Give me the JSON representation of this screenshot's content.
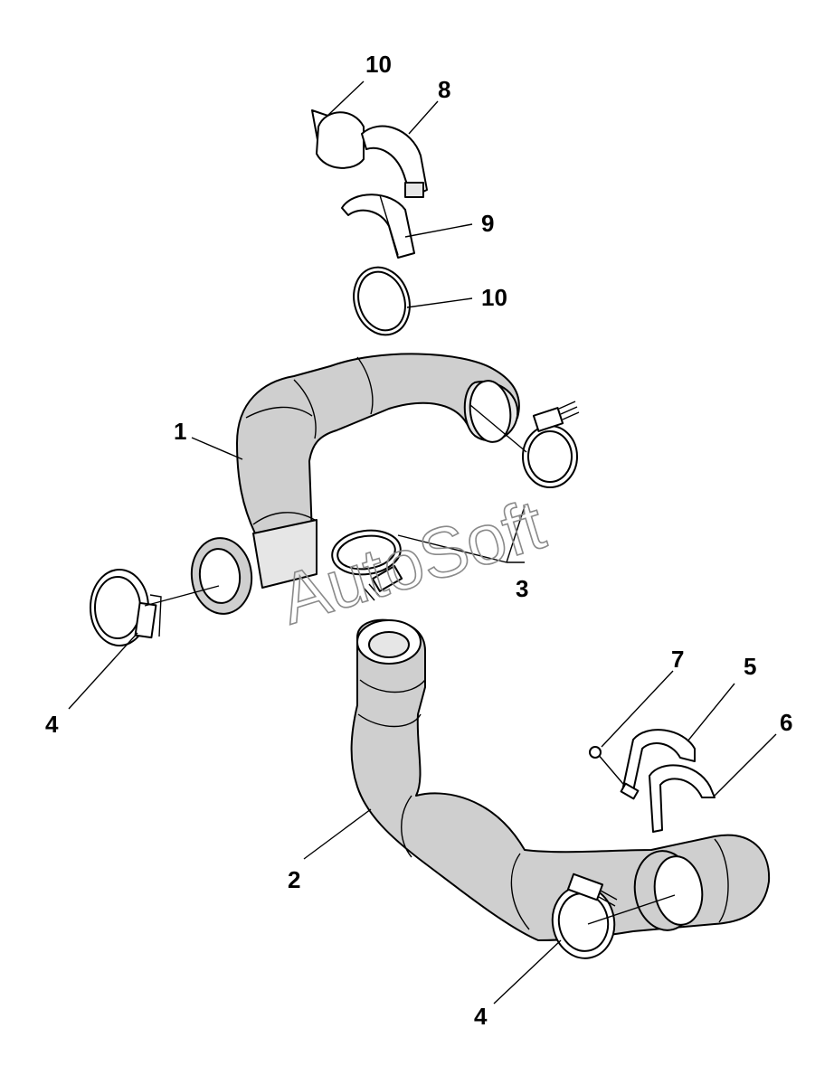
{
  "callouts": {
    "c1": "1",
    "c2": "2",
    "c3": "3",
    "c4_left": "4",
    "c4_bottom": "4",
    "c5": "5",
    "c6": "6",
    "c7": "7",
    "c8": "8",
    "c9": "9",
    "c10_top": "10",
    "c10_mid": "10"
  },
  "watermark": "AutoSoft"
}
